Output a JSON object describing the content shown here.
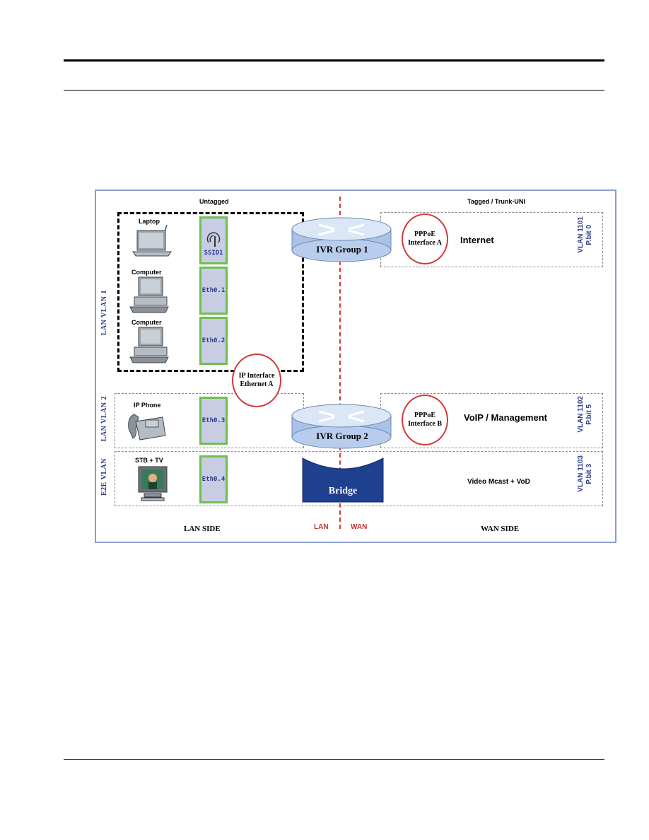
{
  "diagram": {
    "header_left": "Untagged",
    "header_right": "Tagged  / Trunk-UNI",
    "devices": {
      "laptop": "Laptop",
      "computer1": "Computer",
      "computer2": "Computer",
      "ip_phone": "IP Phone",
      "stb_tv": "STB + TV"
    },
    "ports": {
      "ssid": "SSID1",
      "eth01": "Eth0.1",
      "eth02": "Eth0.2",
      "eth03": "Eth0.3",
      "eth04": "Eth0.4"
    },
    "lan_labels": {
      "vlan1": "LAN VLAN 1",
      "vlan2": "LAN VLAN 2",
      "e2e": "E2E VLAN"
    },
    "routers": {
      "group1": "IVR Group 1",
      "group2": "IVR Group 2",
      "bridge": "Bridge"
    },
    "interfaces": {
      "ip_line1": "IP Interface",
      "ip_line2": "Ethernet A",
      "pppoe_a_line1": "PPPoE",
      "pppoe_a_line2": "Interface A",
      "pppoe_b_line1": "PPPoE",
      "pppoe_b_line2": "Interface B"
    },
    "services": {
      "internet": "Internet",
      "voip": "VoIP / Management",
      "video": "Video Mcast + VoD"
    },
    "wan_vlans": {
      "v1101_line1": "VLAN 1101",
      "v1101_line2": "P.bit 0",
      "v1102_line1": "VLAN 1102",
      "v1102_line2": "P.bit 5",
      "v1103_line1": "VLAN 1103",
      "v1103_line2": "P.bit 3"
    },
    "footer": {
      "lan_side": "LAN SIDE",
      "lan": "LAN",
      "wan": "WAN",
      "wan_side": "WAN SIDE"
    },
    "colors": {
      "divider": "#d23a3a",
      "port_border": "#6fbf4f",
      "port_fill": "#c9cde4",
      "router_body": "#a9c3e8",
      "bridge_fill": "#1f3f8f",
      "vlan_text": "#2a3a8c"
    }
  }
}
